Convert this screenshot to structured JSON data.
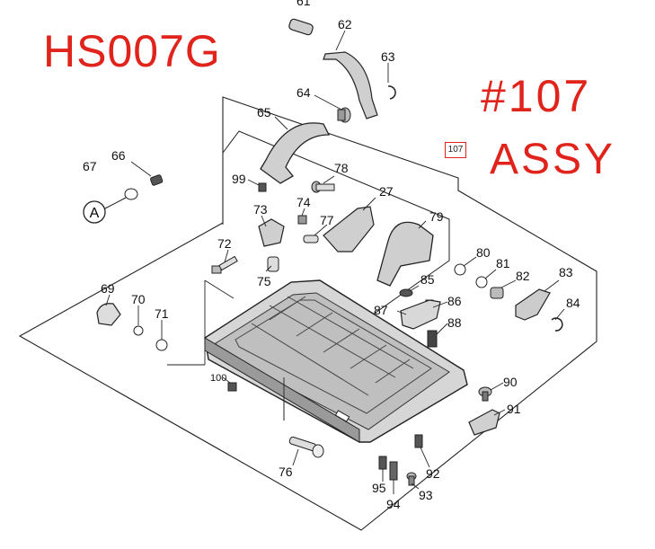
{
  "header": {
    "model": "HS007G",
    "assembly_number": "#107",
    "assembly_word": "ASSY",
    "assembly_badge": "107",
    "reference_marker": "A"
  },
  "colors": {
    "title_red": "#e0231b",
    "line": "#222222",
    "part_fill": "#d8d8d8",
    "part_dark": "#555555"
  },
  "callouts": [
    "61",
    "62",
    "63",
    "64",
    "65",
    "66",
    "67",
    "99",
    "78",
    "27",
    "73",
    "74",
    "77",
    "79",
    "72",
    "75",
    "80",
    "81",
    "82",
    "83",
    "84",
    "69",
    "70",
    "71",
    "85",
    "86",
    "87",
    "88",
    "100",
    "90",
    "91",
    "76",
    "95",
    "94",
    "92",
    "93"
  ]
}
